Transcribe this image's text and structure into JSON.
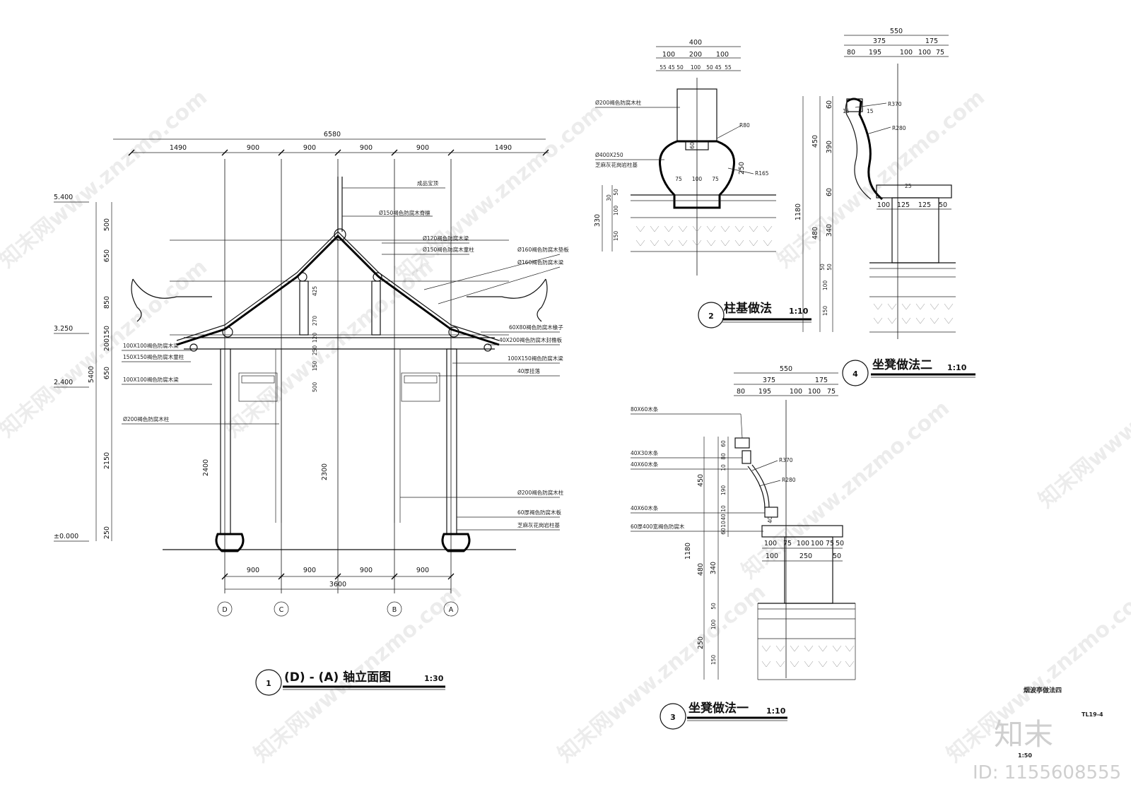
{
  "elevation": {
    "title": "(D) - (A) 轴立面图",
    "scale": "1:30",
    "number": "1",
    "top_total": "6580",
    "top_dims": [
      "1490",
      "900",
      "900",
      "900",
      "900",
      "1490"
    ],
    "bottom_dims": [
      "900",
      "900",
      "900",
      "900"
    ],
    "bottom_total": "3600",
    "axes": [
      "D",
      "C",
      "B",
      "A"
    ],
    "levels": [
      "5.400",
      "3.250",
      "2.400",
      "±0.000"
    ],
    "left_dims": [
      "500",
      "650",
      "850",
      "150",
      "200",
      "650",
      "2150",
      "250"
    ],
    "overall_height": "5400",
    "col_height_1": "2400",
    "col_height_2": "2300",
    "inner_dims": [
      "425",
      "270",
      "120",
      "250",
      "150",
      "500"
    ],
    "labels_left": [
      "100X100褐色防腐木梁",
      "150X150褐色防腐木童柱",
      "100X100褐色防腐木梁",
      "Ø200褐色防腐木柱"
    ],
    "labels_right": [
      "成品宝顶",
      "Ø150褐色防腐木脊檩",
      "Ø120褐色防腐木梁",
      "Ø150褐色防腐木童柱",
      "Ø160褐色防腐木垫板",
      "Ø160褐色防腐木梁",
      "60X80褐色防腐木椽子",
      "40X200褐色防腐木封檐板",
      "100X150褐色防腐木梁",
      "40厚挂落",
      "Ø200褐色防腐木柱",
      "60厚褐色防腐木板",
      "芝麻灰花岗岩柱基"
    ]
  },
  "column_base": {
    "title": "柱基做法",
    "scale": "1:10",
    "number": "2",
    "top_dims_1": [
      "400"
    ],
    "top_dims_2": [
      "100",
      "200",
      "100"
    ],
    "top_dims_3": [
      "55",
      "45",
      "50",
      "100",
      "50",
      "45",
      "55"
    ],
    "labels": [
      "Ø200褐色防腐木柱",
      "Ø400X250",
      "芝麻灰花岗岩柱基"
    ],
    "dims": [
      "75",
      "100",
      "75",
      "250",
      "60",
      "330",
      "30",
      "50",
      "100",
      "150"
    ],
    "radii": [
      "R80",
      "R165"
    ]
  },
  "bench_one": {
    "title": "坐凳做法一",
    "scale": "1:10",
    "number": "3",
    "top_dims_1": [
      "550"
    ],
    "top_dims_2": [
      "375",
      "175"
    ],
    "top_dims_3": [
      "80",
      "195",
      "100",
      "100",
      "75"
    ],
    "labels": [
      "80X60木条",
      "40X30木条",
      "40X60木条",
      "40X60木条",
      "60厚400宽褐色防腐木"
    ],
    "left_dims": [
      "60",
      "80",
      "10",
      "190",
      "10",
      "40",
      "10",
      "60",
      "40"
    ],
    "height_dims": [
      "450",
      "1180",
      "480",
      "340",
      "50",
      "100",
      "250",
      "150"
    ],
    "seat_dims_1": [
      "100",
      "75",
      "100",
      "100",
      "75",
      "50"
    ],
    "seat_dims_2": [
      "100",
      "250",
      "50"
    ],
    "radii": [
      "R370",
      "R280"
    ]
  },
  "bench_two": {
    "title": "坐凳做法二",
    "scale": "1:10",
    "number": "4",
    "top_dims_1": [
      "550"
    ],
    "top_dims_2": [
      "375",
      "175"
    ],
    "top_dims_3": [
      "80",
      "195",
      "100",
      "100",
      "75"
    ],
    "left_dims": [
      "60",
      "450",
      "390",
      "60",
      "480",
      "340",
      "1180",
      "50",
      "50",
      "100",
      "150"
    ],
    "seat_dims": [
      "100",
      "125",
      "125",
      "50"
    ],
    "misc_dims": [
      "15",
      "15",
      "25"
    ],
    "radii": [
      "R370",
      "R280"
    ]
  },
  "sheet": {
    "name": "烟波亭做法四",
    "code": "TL19-4",
    "scale": "1:50",
    "logo": "知末",
    "id": "ID: 1155608555",
    "watermark": "知末网www.znzmo.com"
  }
}
